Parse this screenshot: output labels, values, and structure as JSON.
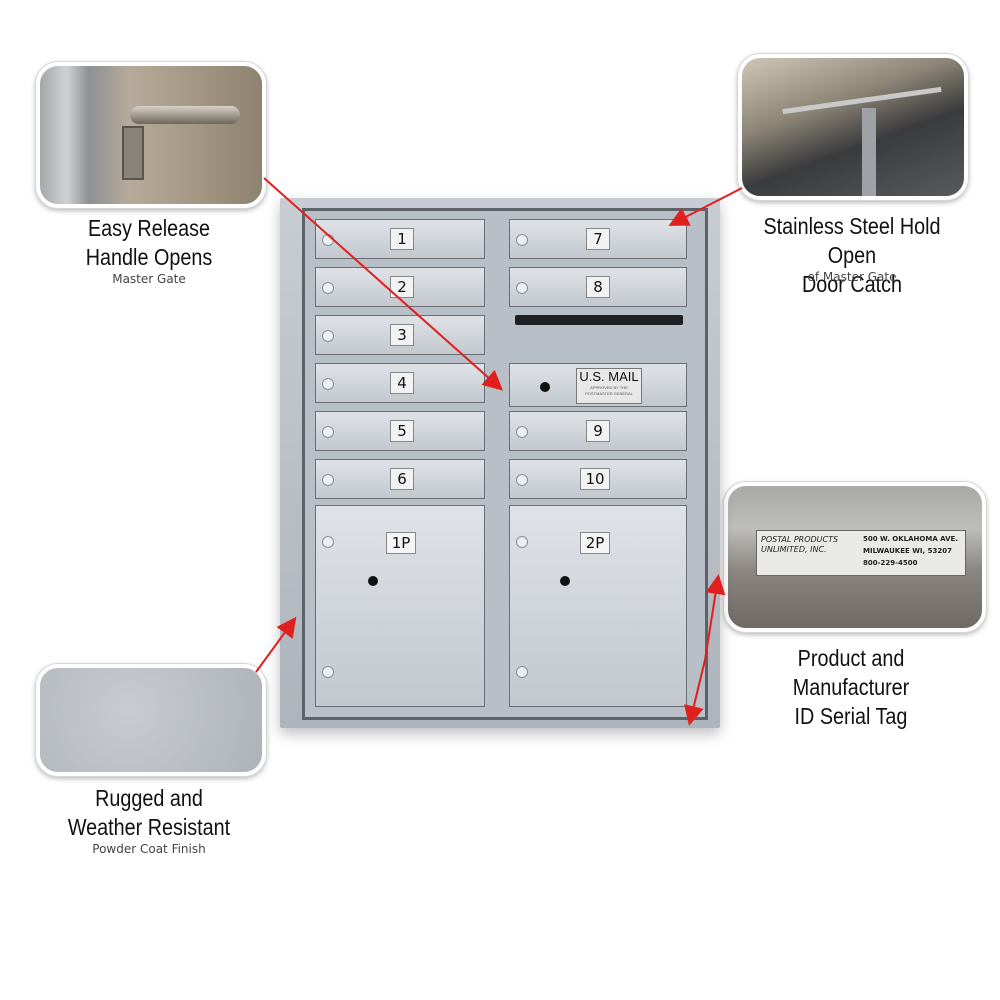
{
  "features": {
    "handle": {
      "title_line1": "Easy Release",
      "title_line2": "Handle Opens",
      "subtitle": "Master Gate"
    },
    "door_catch": {
      "title_line1": "Stainless Steel Hold Open",
      "title_line2": "Door Catch",
      "subtitle": "of Master Gate"
    },
    "serial_tag": {
      "title_line1": "Product and Manufacturer",
      "title_line2": "ID Serial Tag"
    },
    "finish": {
      "title_line1": "Rugged and",
      "title_line2": "Weather Resistant",
      "subtitle": "Powder Coat Finish"
    }
  },
  "serial_label": {
    "company_line1": "POSTAL PRODUCTS",
    "company_line2": "UNLIMITED, INC.",
    "address_line1": "500 W. OKLAHOMA AVE.",
    "address_line2": "MILWAUKEE WI, 53207",
    "phone": "800-229-4500"
  },
  "mailbox": {
    "left_doors": [
      "1",
      "2",
      "3",
      "4",
      "5",
      "6"
    ],
    "right_doors_top": [
      "7",
      "8"
    ],
    "right_doors_bottom": [
      "9",
      "10"
    ],
    "parcel_doors": [
      "1P",
      "2P"
    ],
    "usmail_label": "U.S. MAIL",
    "usmail_small": "APPROVED BY THE POSTMASTER GENERAL"
  },
  "colors": {
    "arrow": "#e0201f",
    "finish": "#b9bec4"
  }
}
